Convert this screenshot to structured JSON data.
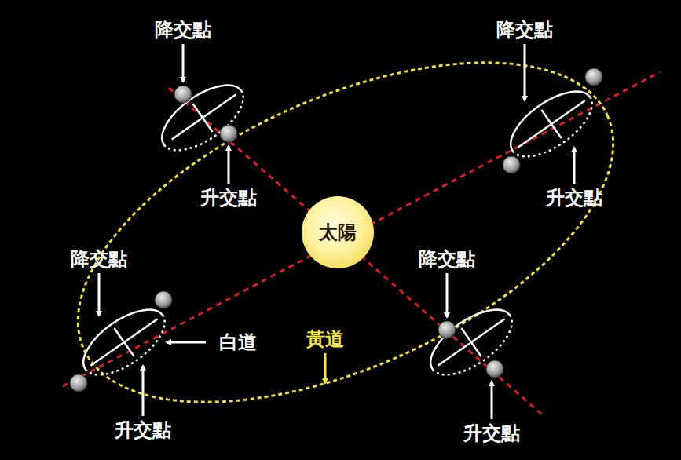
{
  "diagram": {
    "nodes": [
      {
        "text": [
          "太陽"
        ]
      }
    ],
    "labels": [
      "降交點",
      "降交點",
      "升交點",
      "升交點",
      "降交點",
      "降交點",
      "白道",
      "黃道",
      "升交點",
      "升交點"
    ]
  }
}
